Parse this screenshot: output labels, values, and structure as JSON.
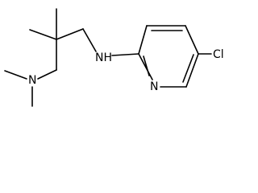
{
  "molecule": {
    "atoms": {
      "amine_n": "N",
      "nh": "NH",
      "pyridine_n": "N",
      "chloro": "Cl"
    },
    "colors": {
      "bond": "#000000",
      "label": "#000000",
      "background": "#ffffff"
    }
  }
}
